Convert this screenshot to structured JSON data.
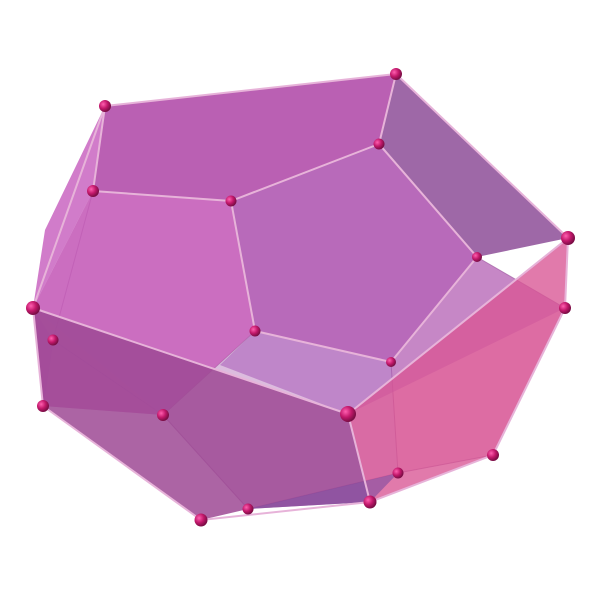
{
  "figure": {
    "shape": "dodecahedron",
    "faces": 12,
    "edges": 30,
    "vertices": 20,
    "style": "translucent",
    "background_color": "#ffffff",
    "colors": {
      "face_base": "#b04aa8",
      "face_highlight": "#c75bbf",
      "face_shadow": "#8d3e8f",
      "face_pink": "#d84d8e",
      "edge_front": "#e7b3d9",
      "edge_back": "#8a3f86",
      "vertex": "#c2186b"
    }
  }
}
